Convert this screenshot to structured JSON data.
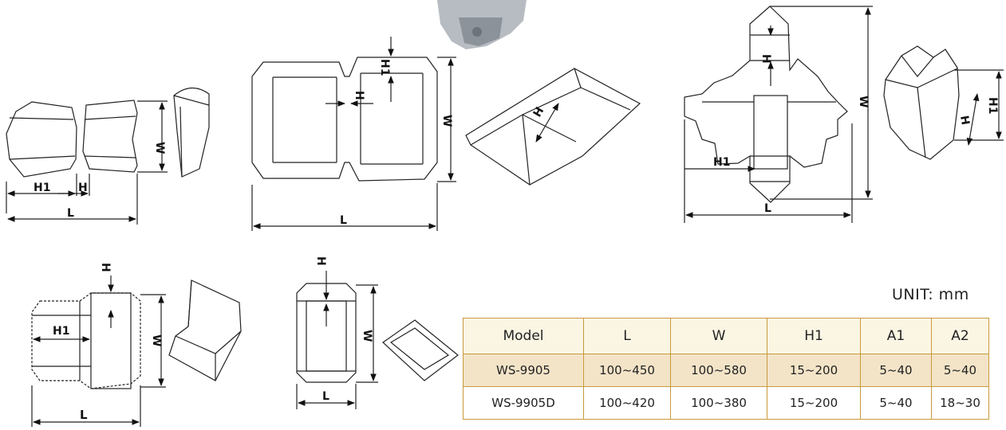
{
  "unit_label": "UNIT: mm",
  "table": {
    "headers": [
      "Model",
      "L",
      "W",
      "H1",
      "A1",
      "A2"
    ],
    "rows": [
      [
        "WS-9905",
        "100~450",
        "100~580",
        "15~200",
        "5~40",
        "5~40"
      ],
      [
        "WS-9905D",
        "100~420",
        "100~380",
        "15~200",
        "5~40",
        "18~30"
      ]
    ]
  },
  "dimensions": {
    "d1": {
      "h1": "H1",
      "h": "H",
      "l": "L",
      "w": "W"
    },
    "d2": {
      "h1": "H1",
      "h": "H",
      "l": "L",
      "w": "W",
      "h_box": "H"
    },
    "d3": {
      "h": "H",
      "h1": "H1",
      "w": "W",
      "l": "L",
      "h_box": "H",
      "h1_box": "H1"
    },
    "d4": {
      "h": "H",
      "h1": "H1",
      "w": "W",
      "l": "L"
    },
    "d5": {
      "h": "H",
      "w": "W",
      "l": "L"
    }
  }
}
